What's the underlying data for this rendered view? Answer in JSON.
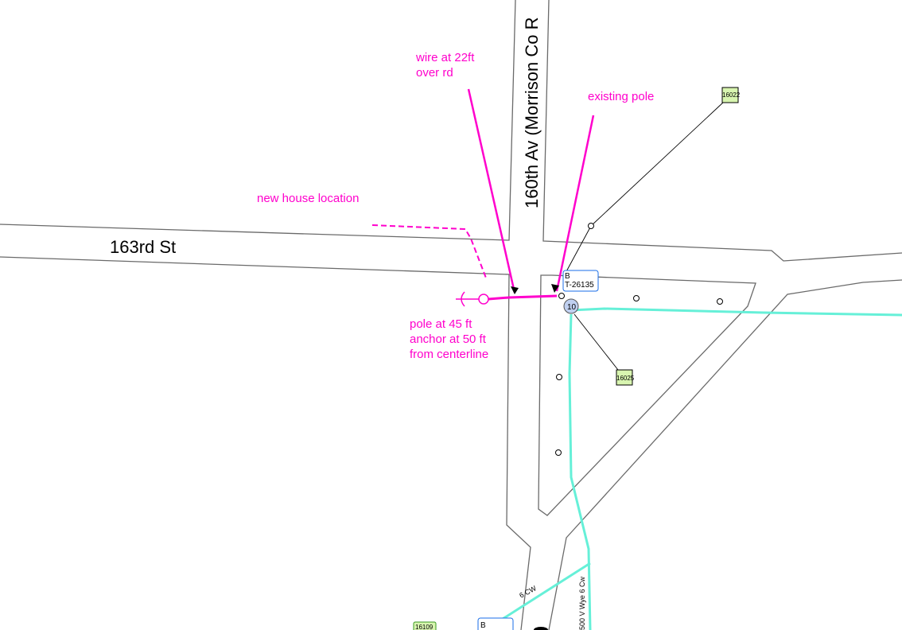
{
  "streets": {
    "east_west": "163rd St",
    "north_south": "160th Av (Morrison Co R"
  },
  "annotations": {
    "wire": [
      "wire at 22ft",
      "over rd"
    ],
    "existing_pole": "existing pole",
    "new_house": "new house location",
    "pole": [
      "pole at 45 ft",
      "anchor at 50 ft",
      "from centerline"
    ]
  },
  "features": {
    "transformer_label_b": "B",
    "transformer_id": "T-26135",
    "node_number": "10",
    "meter_16022": "16022",
    "meter_16025": "16025",
    "meter_16109": "16109",
    "lower_box_b": "B",
    "conductor_6cw": "6 CW",
    "conductor_wye": "500 V Wye 6 Cw"
  },
  "colors": {
    "annotation": "#ff00cc",
    "primary_line": "#66f0d8",
    "meter_fill": "#d8f5b0",
    "label_border": "#1a6ee8"
  }
}
